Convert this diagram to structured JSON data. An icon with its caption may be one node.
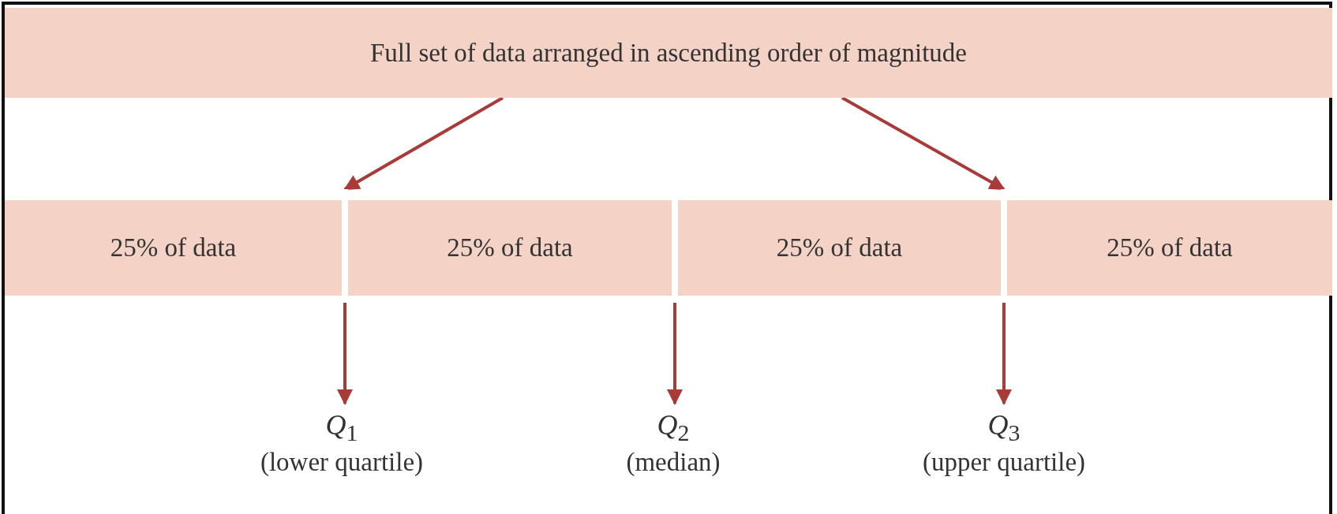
{
  "diagram": {
    "nodes": [
      {
        "text": [
          "Full set of data arranged in ascending order of magnitude"
        ]
      },
      {
        "text": [
          "25% of data"
        ]
      },
      {
        "text": [
          "25% of data"
        ]
      },
      {
        "text": [
          "25% of data"
        ]
      },
      {
        "text": [
          "25% of data"
        ]
      },
      {
        "text": [],
        "shape": "bar"
      },
      {
        "text": [],
        "shape": "bar"
      },
      {
        "text": [],
        "shape": "bar"
      },
      {
        "text": [
          "*Q*$_{1}$",
          "(lower quartile)"
        ]
      },
      {
        "text": [
          "*Q*$_{2}$",
          "(median)"
        ]
      },
      {
        "text": [
          "*Q*$_{3}$",
          "(upper quartile)"
        ]
      }
    ],
    "edges": [
      {
        "from": 0,
        "to": 5,
        "arrow": "to"
      },
      {
        "from": 0,
        "to": 7,
        "arrow": "to"
      },
      {
        "from": 5,
        "to": 8,
        "arrow": "to"
      },
      {
        "from": 6,
        "to": 9,
        "arrow": "to"
      },
      {
        "from": 7,
        "to": 10,
        "arrow": "to"
      }
    ]
  }
}
